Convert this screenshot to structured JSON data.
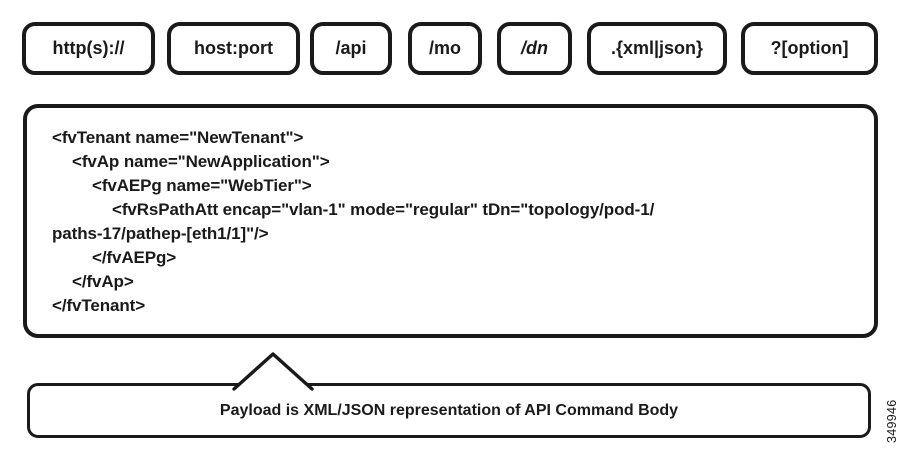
{
  "colors": {
    "ink": "#1a1a1a",
    "background": "#ffffff"
  },
  "url_segments": [
    {
      "label": "http(s)://"
    },
    {
      "label": "host:port"
    },
    {
      "label": "/api"
    },
    {
      "label": "/mo"
    },
    {
      "label": "/dn"
    },
    {
      "label": ".{xml|json}"
    },
    {
      "label": "?[option]"
    }
  ],
  "payload": {
    "lines": [
      {
        "indent": 0,
        "text": "<fvTenant name=\"NewTenant\">"
      },
      {
        "indent": 1,
        "text": "<fvAp name=\"NewApplication\">"
      },
      {
        "indent": 2,
        "text": "<fvAEPg name=\"WebTier\">"
      },
      {
        "indent": 3,
        "text": "<fvRsPathAtt encap=\"vlan-1\" mode=\"regular\" tDn=\"topology/pod-1/"
      },
      {
        "indent": 0,
        "text": "paths-17/pathep-[eth1/1]\"/>"
      },
      {
        "indent": 2,
        "text": "</fvAEPg>"
      },
      {
        "indent": 1,
        "text": "</fvAp>"
      },
      {
        "indent": 0,
        "text": "</fvTenant>"
      }
    ]
  },
  "callout": {
    "text": "Payload is XML/JSON representation of API Command Body"
  },
  "figure_number": "349946"
}
